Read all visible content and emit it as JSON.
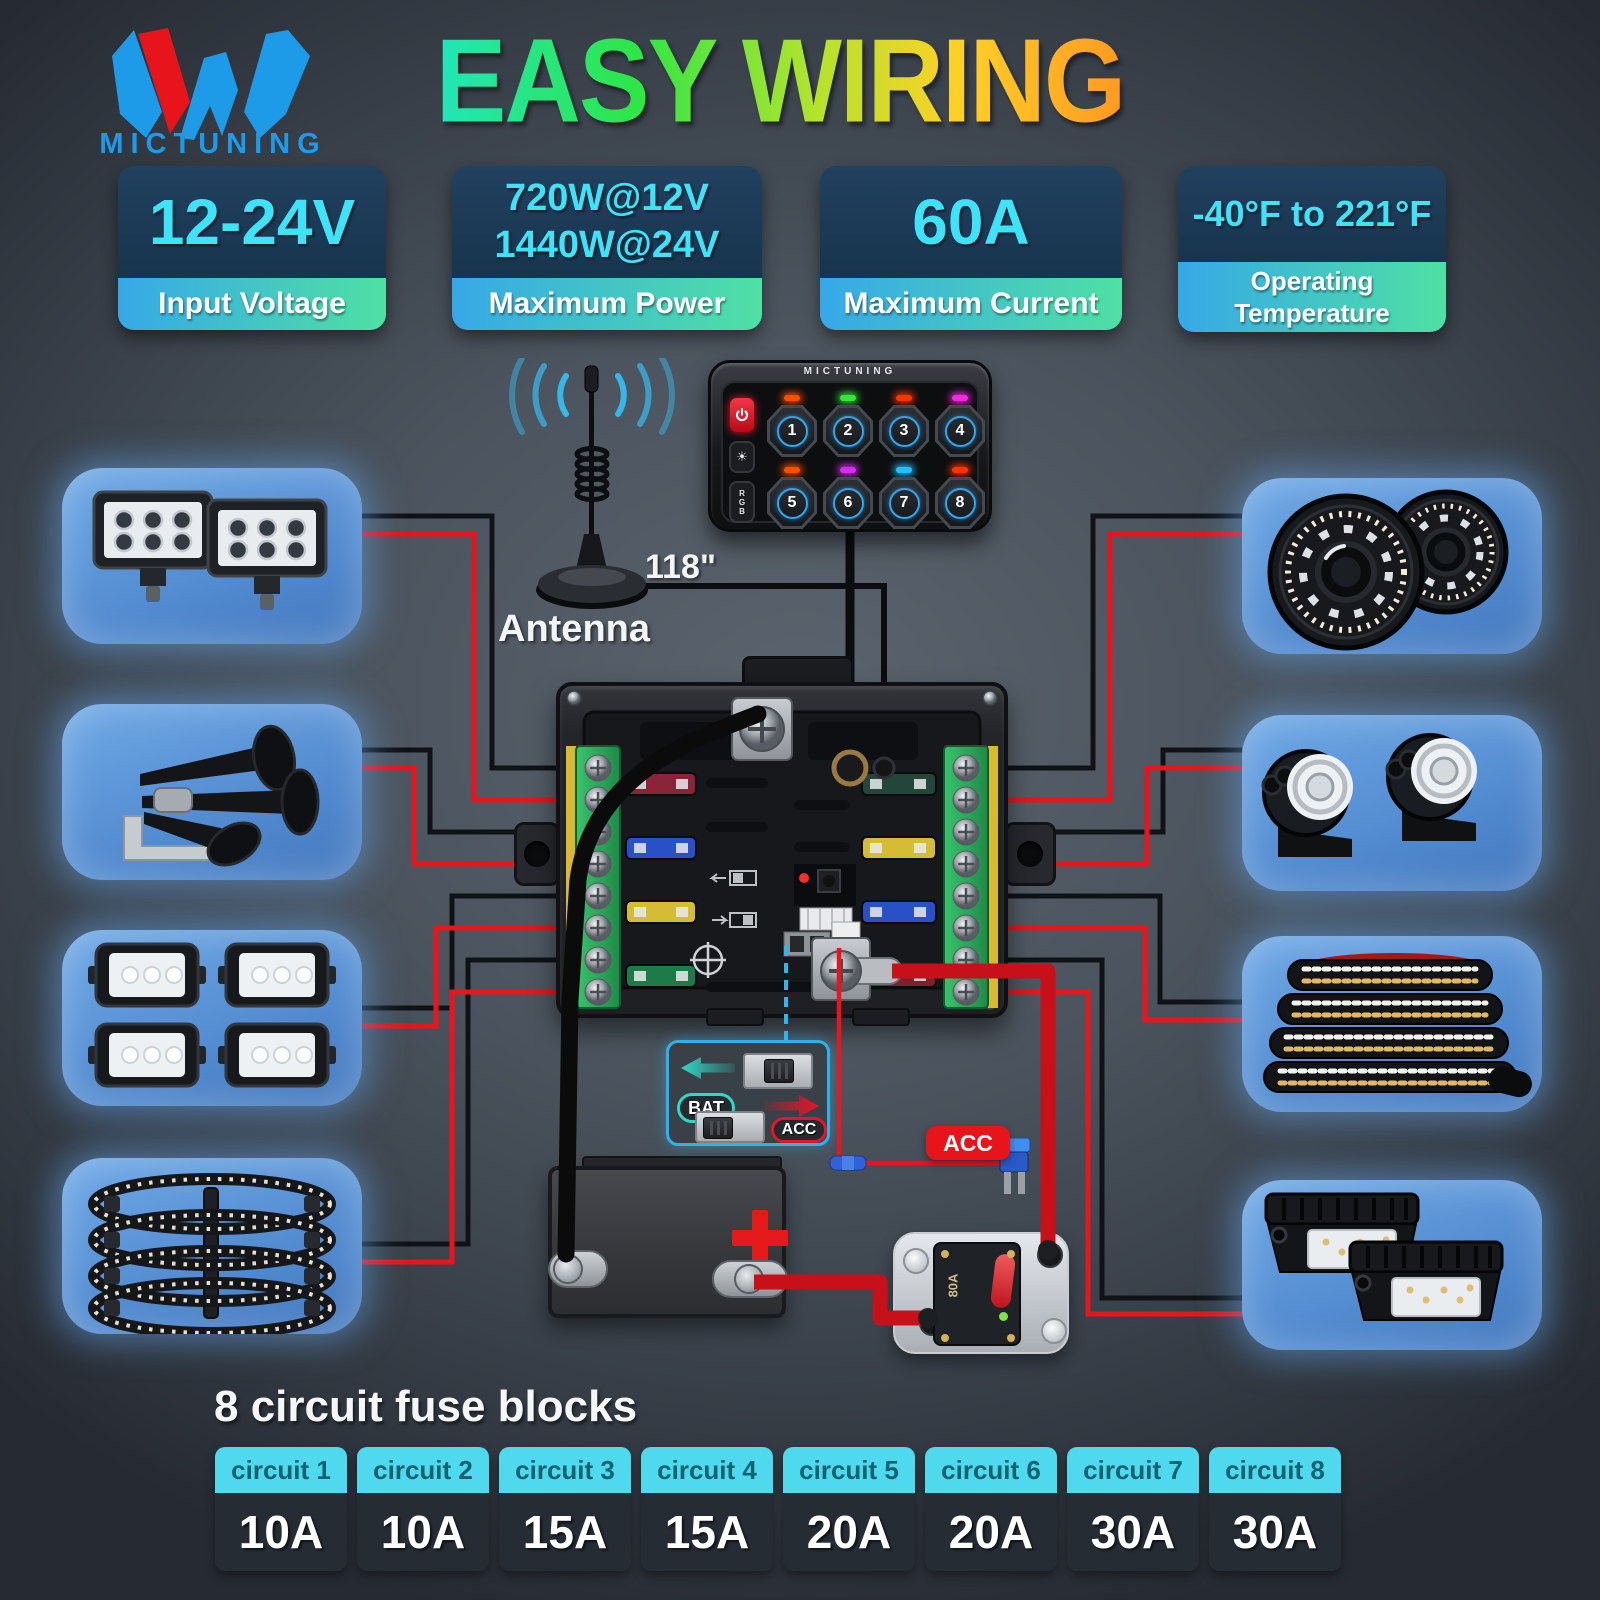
{
  "brand": "MICTUNING",
  "title": "EASY WIRING",
  "spec_cards": [
    {
      "value": "12-24V",
      "label": "Input Voltage"
    },
    {
      "line1": "720W@12V",
      "line2": "1440W@24V",
      "label": "Maximum Power"
    },
    {
      "value": "60A",
      "label": "Maximum Current"
    },
    {
      "value": "-40°F to 221°F",
      "label_line1": "Operating",
      "label_line2": "Temperature"
    }
  ],
  "switch_panel": {
    "brand": "MICTUNING",
    "rgb_letters": [
      "R",
      "G",
      "B"
    ],
    "buttons": [
      {
        "num": "1",
        "led": "#ff4d00"
      },
      {
        "num": "2",
        "led": "#35e63a"
      },
      {
        "num": "3",
        "led": "#ff3300"
      },
      {
        "num": "4",
        "led": "#f02ce0"
      },
      {
        "num": "5",
        "led": "#ff4d00"
      },
      {
        "num": "6",
        "led": "#d62cf0"
      },
      {
        "num": "7",
        "led": "#1fc4ff"
      },
      {
        "num": "8",
        "led": "#ff3300"
      }
    ]
  },
  "labels": {
    "antenna_length": "118\"",
    "antenna": "Antenna",
    "bat": "BAT",
    "acc": "ACC",
    "acc_badge": "ACC",
    "breaker_rating": "80A"
  },
  "fuse_blocks": {
    "heading": "8 circuit fuse blocks",
    "circuits": [
      {
        "label": "circuit 1",
        "amp": "10A"
      },
      {
        "label": "circuit 2",
        "amp": "10A"
      },
      {
        "label": "circuit 3",
        "amp": "15A"
      },
      {
        "label": "circuit 4",
        "amp": "15A"
      },
      {
        "label": "circuit 5",
        "amp": "20A"
      },
      {
        "label": "circuit 6",
        "amp": "20A"
      },
      {
        "label": "circuit 7",
        "amp": "30A"
      },
      {
        "label": "circuit 8",
        "amp": "30A"
      }
    ]
  },
  "products": {
    "left": [
      "led-pod-lights",
      "train-air-horns",
      "rock-lights",
      "wheel-ring-lights"
    ],
    "right": [
      "halo-headlights",
      "projector-driving-lights",
      "tailgate-light-strip",
      "truck-bed-lights"
    ]
  },
  "colors": {
    "value_cyan": "#3fe3f8",
    "strip_gradient_start": "#36a8e8",
    "strip_gradient_end": "#4fe0a4",
    "wire_red": "#e8151c",
    "wire_black": "#111216",
    "circuit_header": "#4ed9ee",
    "bat_teal": "#2fd8c8",
    "acc_red": "#e81428",
    "box_glow_blue": "#62a0e4"
  }
}
